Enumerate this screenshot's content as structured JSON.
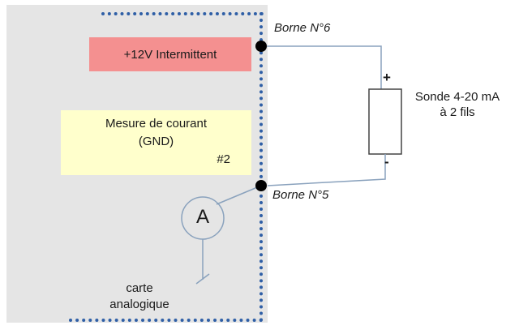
{
  "diagram": {
    "title_implicit": "4-20 mA probe wiring to analog card",
    "colors": {
      "card_bg": "#e5e5e5",
      "red_box": "#f49090",
      "yellow_box": "#ffffcc",
      "dotted_line": "#2f5fa6",
      "wire": "#8aa2bd",
      "terminal_dot": "#000000"
    },
    "labels": {
      "borne6": "Borne N°6",
      "borne5": "Borne N°5",
      "red_box": "+12V Intermittent",
      "yellow_line1": "Mesure de courant",
      "yellow_line2": "(GND)",
      "yellow_line3": "#2",
      "sonde_line1": "Sonde 4-20 mA",
      "sonde_line2": "à 2 fils",
      "plus": "+",
      "minus": "-",
      "ammeter": "A",
      "card_line1": "carte",
      "card_line2": "analogique"
    }
  }
}
